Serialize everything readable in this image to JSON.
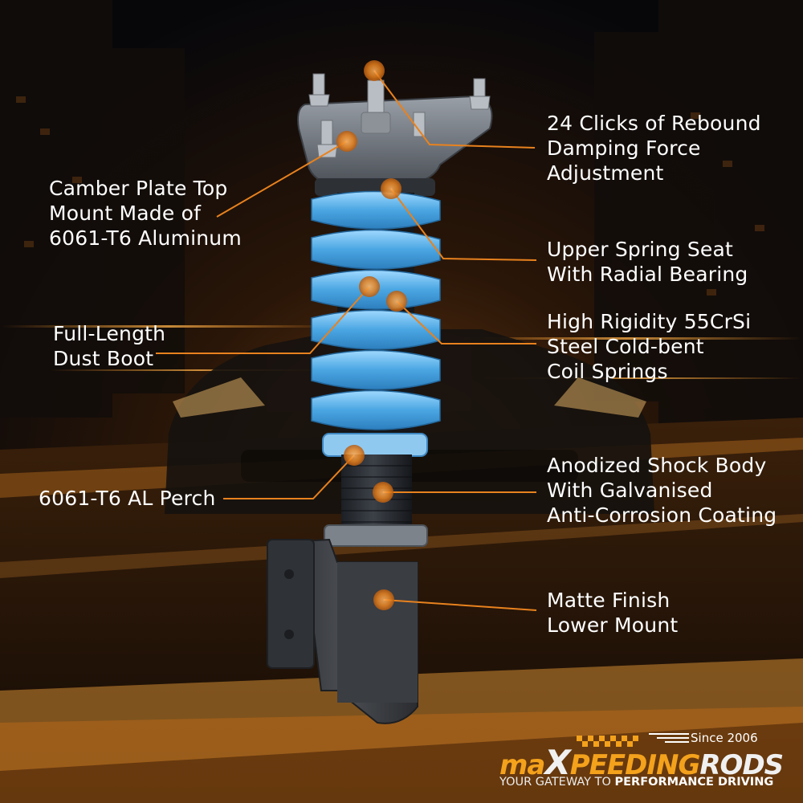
{
  "callouts": [
    {
      "id": "rebound",
      "lines": [
        "24 Clicks of Rebound",
        "Damping Force",
        "Adjustment"
      ]
    },
    {
      "id": "camber",
      "lines": [
        "Camber Plate Top",
        "Mount Made of",
        "6061-T6 Aluminum"
      ]
    },
    {
      "id": "spring-seat",
      "lines": [
        "Upper Spring Seat",
        "With Radial Bearing"
      ]
    },
    {
      "id": "springs",
      "lines": [
        "High Rigidity 55CrSi",
        "Steel Cold-bent",
        "Coil Springs"
      ]
    },
    {
      "id": "dust-boot",
      "lines": [
        "Full-Length",
        "Dust Boot"
      ]
    },
    {
      "id": "perch",
      "lines": [
        "6061-T6 AL Perch"
      ]
    },
    {
      "id": "shock-body",
      "lines": [
        "Anodized Shock Body",
        "With Galvanised",
        "Anti-Corrosion Coating"
      ]
    },
    {
      "id": "lower-mount",
      "lines": [
        "Matte Finish",
        "Lower Mount"
      ]
    }
  ],
  "brand": {
    "since": "Since 2006",
    "logo_ma": "ma",
    "logo_x": "X",
    "logo_peeding": "PEEDING",
    "logo_rods": "RODS",
    "tagline_prefix": "YOUR GATEWAY TO ",
    "tagline_bold": "PERFORMANCE DRIVING"
  },
  "colors": {
    "accent": "#e8821e",
    "spring_blue": "#5eb6ec",
    "text": "#ffffff"
  }
}
